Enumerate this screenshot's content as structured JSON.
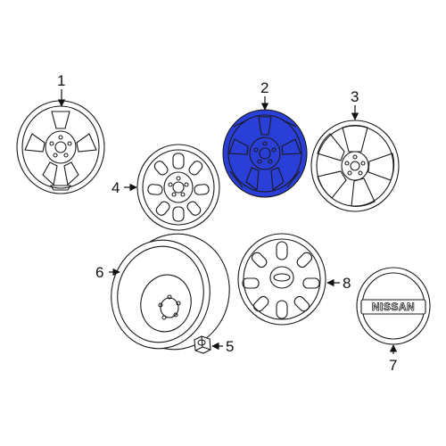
{
  "diagram": {
    "highlight_color": "#2a3fd8",
    "line_color": "#1a1a1a",
    "parts": [
      {
        "callout": "1",
        "description": "alloy wheel, five-spoke"
      },
      {
        "callout": "2",
        "description": "alloy wheel, highlighted"
      },
      {
        "callout": "3",
        "description": "alloy wheel, wide-spoke"
      },
      {
        "callout": "4",
        "description": "steel wheel"
      },
      {
        "callout": "5",
        "description": "lug nut"
      },
      {
        "callout": "6",
        "description": "spare wheel"
      },
      {
        "callout": "7",
        "description": "center cap"
      },
      {
        "callout": "8",
        "description": "wheel cover"
      }
    ],
    "cap_logo_text": "NISSAN"
  }
}
